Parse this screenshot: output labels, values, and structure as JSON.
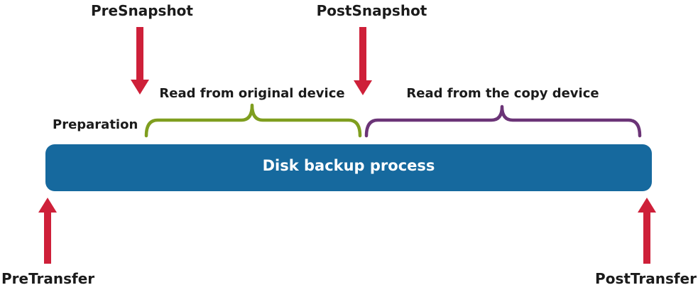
{
  "diagram": {
    "bar_label": "Disk backup process",
    "pre_snapshot_label": "PreSnapshot",
    "post_snapshot_label": "PostSnapshot",
    "pre_transfer_label": "PreTransfer",
    "post_transfer_label": "PostTransfer",
    "preparation_label": "Preparation",
    "read_original_label": "Read from original device",
    "read_copy_label": "Read from the copy device",
    "colors": {
      "bar": "#16699e",
      "arrow": "#ce2039",
      "brace_original": "#7f9e1f",
      "brace_copy": "#6b3477",
      "text": "#1b1b1b",
      "bar_text": "#ffffff"
    }
  }
}
